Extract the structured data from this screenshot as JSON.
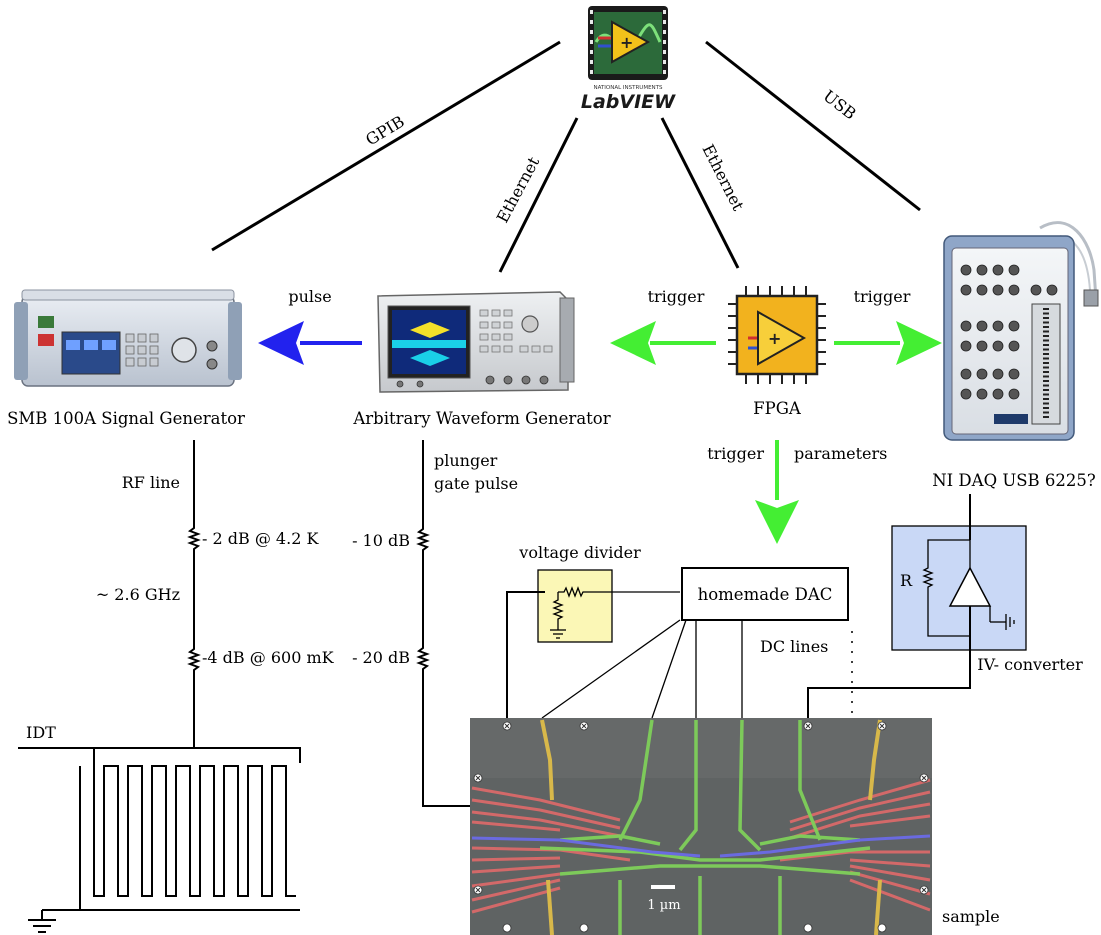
{
  "connections": {
    "gpib": "GPIB",
    "ethernet_awg": "Ethernet",
    "ethernet_fpga": "Ethernet",
    "usb": "USB"
  },
  "logo": {
    "subtitle": "NATIONAL INSTRUMENTS",
    "name": "LabVIEW"
  },
  "devices": {
    "signal_generator": "SMB 100A Signal Generator",
    "awg": "Arbitrary Waveform Generator",
    "fpga": "FPGA",
    "daq": "NI DAQ USB 6225?"
  },
  "signals": {
    "pulse": "pulse",
    "trigger_left": "trigger",
    "trigger_right": "trigger",
    "trigger_down": "trigger",
    "parameters": "parameters"
  },
  "rf_chain": {
    "rf_line": "RF line",
    "atten_1": "- 2 dB @ 4.2 K",
    "frequency": "~ 2.6 GHz",
    "atten_2": "-4 dB  @ 600 mK"
  },
  "gate_chain": {
    "label_line1": "plunger",
    "label_line2": "gate pulse",
    "atten_1": "- 10 dB",
    "atten_2": "- 20 dB"
  },
  "dac": {
    "voltage_divider": "voltage divider",
    "name": "homemade DAC",
    "dc_lines": "DC lines"
  },
  "iv": {
    "resistor": "R",
    "name": "IV- converter"
  },
  "idt": "IDT",
  "sample": {
    "label": "sample",
    "scale_bar": "1 µm"
  },
  "colors": {
    "pulse_arrow": "#2222ee",
    "trigger_arrow": "#44ee33",
    "sample_bg": "#5f6363",
    "gate_green": "#7fd05a",
    "gate_red": "#e06a6a",
    "gate_yellow": "#d8b84a",
    "gate_blue": "#6a6ae0",
    "divider_fill": "#fbf7b6",
    "iv_fill": "#c9d8f6"
  }
}
